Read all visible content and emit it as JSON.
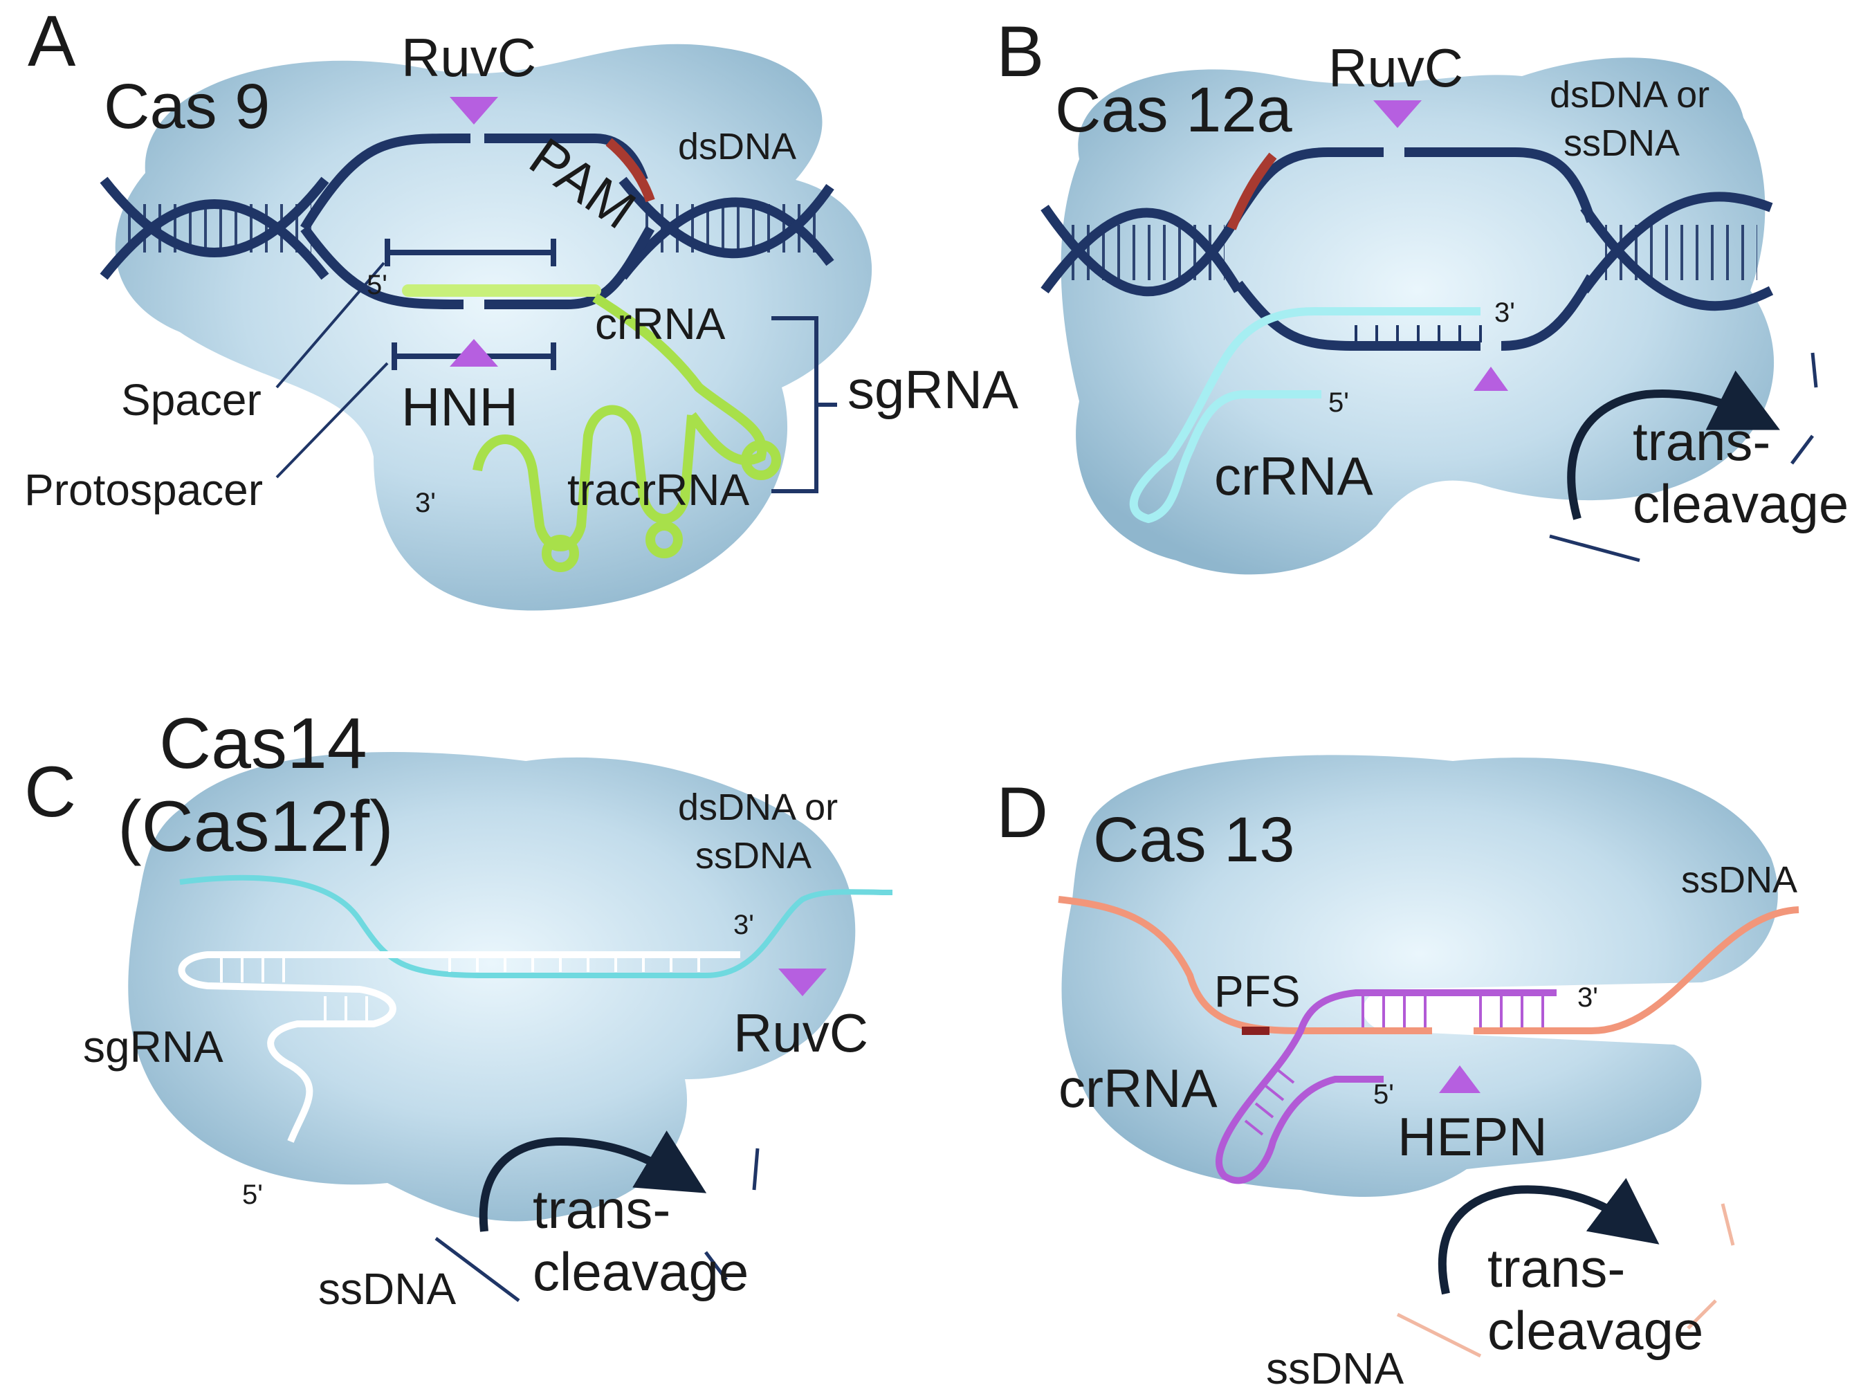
{
  "panels": {
    "a": {
      "letter": "A",
      "title": "Cas 9",
      "labels": {
        "ruvc": "RuvC",
        "dsdna": "dsDNA",
        "pam": "PAM",
        "five_prime": "5'",
        "three_prime": "3'",
        "crrna": "crRNA",
        "sgrna": "sgRNA",
        "spacer": "Spacer",
        "hnh": "HNH",
        "protospacer": "Protospacer",
        "tracrrna": "tracrRNA"
      }
    },
    "b": {
      "letter": "B",
      "title": "Cas 12a",
      "labels": {
        "ruvc": "RuvC",
        "target_line1": "dsDNA or",
        "target_line2": "ssDNA",
        "three_prime": "3'",
        "five_prime": "5'",
        "crrna": "crRNA",
        "trans_line1": "trans-",
        "trans_line2": "cleavage"
      }
    },
    "c": {
      "letter": "C",
      "title_line1": "Cas14",
      "title_line2": "(Cas12f)",
      "labels": {
        "target_line1": "dsDNA or",
        "target_line2": "ssDNA",
        "three_prime": "3'",
        "ruvc": "RuvC",
        "sgrna": "sgRNA",
        "five_prime": "5'",
        "trans_line1": "trans-",
        "trans_line2": "cleavage",
        "ssdna": "ssDNA"
      }
    },
    "d": {
      "letter": "D",
      "title": "Cas 13",
      "labels": {
        "ssdna_top": "ssDNA",
        "pfs": "PFS",
        "three_prime": "3'",
        "crrna": "crRNA",
        "five_prime": "5'",
        "hepn": "HEPN",
        "trans_line1": "trans-",
        "trans_line2": "cleavage",
        "ssdna_bottom": "ssDNA"
      }
    }
  },
  "colors": {
    "protein": "#9dbfd3",
    "protein_highlight": "#e8f4fb",
    "dna": "#1f3566",
    "pam": "#a83a30",
    "spacer_rna": "#c8f07a",
    "tracr_rna": "#a8e04a",
    "cas12a_rna": "#a6eef2",
    "cas14_target": "#6fd9df",
    "cas14_rna": "#ffffff",
    "cas13_target": "#f2967a",
    "cas13_rna": "#b25ad6",
    "cleavage_site": "#b65fe0",
    "arrow": "#132238",
    "cut_fragment_dna": "#1f3566",
    "cut_fragment_rna": "#f2b8a2"
  }
}
